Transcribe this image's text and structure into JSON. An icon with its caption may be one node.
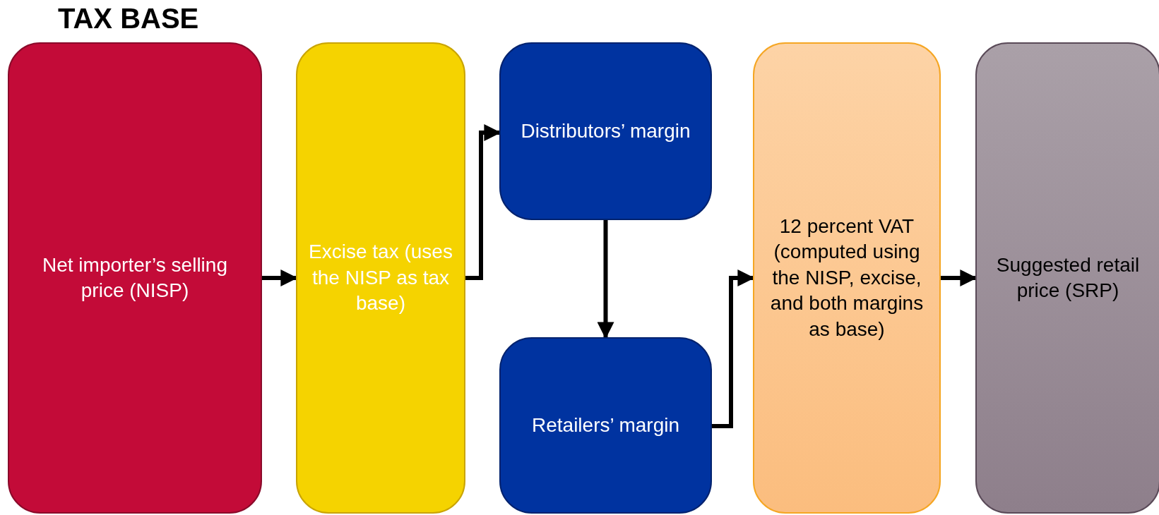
{
  "diagram": {
    "title": "TAX BASE",
    "nodes": [
      {
        "text": [
          "Net importer’s selling price (NISP)"
        ]
      },
      {
        "text": [
          "Excise tax (uses the NISP as tax base)"
        ]
      },
      {
        "text": [
          "Distributors’ margin"
        ]
      },
      {
        "text": [
          "Retailers’ margin"
        ]
      },
      {
        "text": [
          "12 percent VAT (computed using the NISP, excise, and both margins as base)"
        ]
      },
      {
        "text": [
          "Suggested retail price (SRP)"
        ]
      }
    ],
    "edges": [
      {
        "from": 0,
        "to": 1,
        "arrow": "to"
      },
      {
        "from": 1,
        "to": 2,
        "arrow": "to"
      },
      {
        "from": 2,
        "to": 3,
        "arrow": "to"
      },
      {
        "from": 3,
        "to": 4,
        "arrow": "to"
      },
      {
        "from": 4,
        "to": 5,
        "arrow": "to"
      }
    ]
  }
}
